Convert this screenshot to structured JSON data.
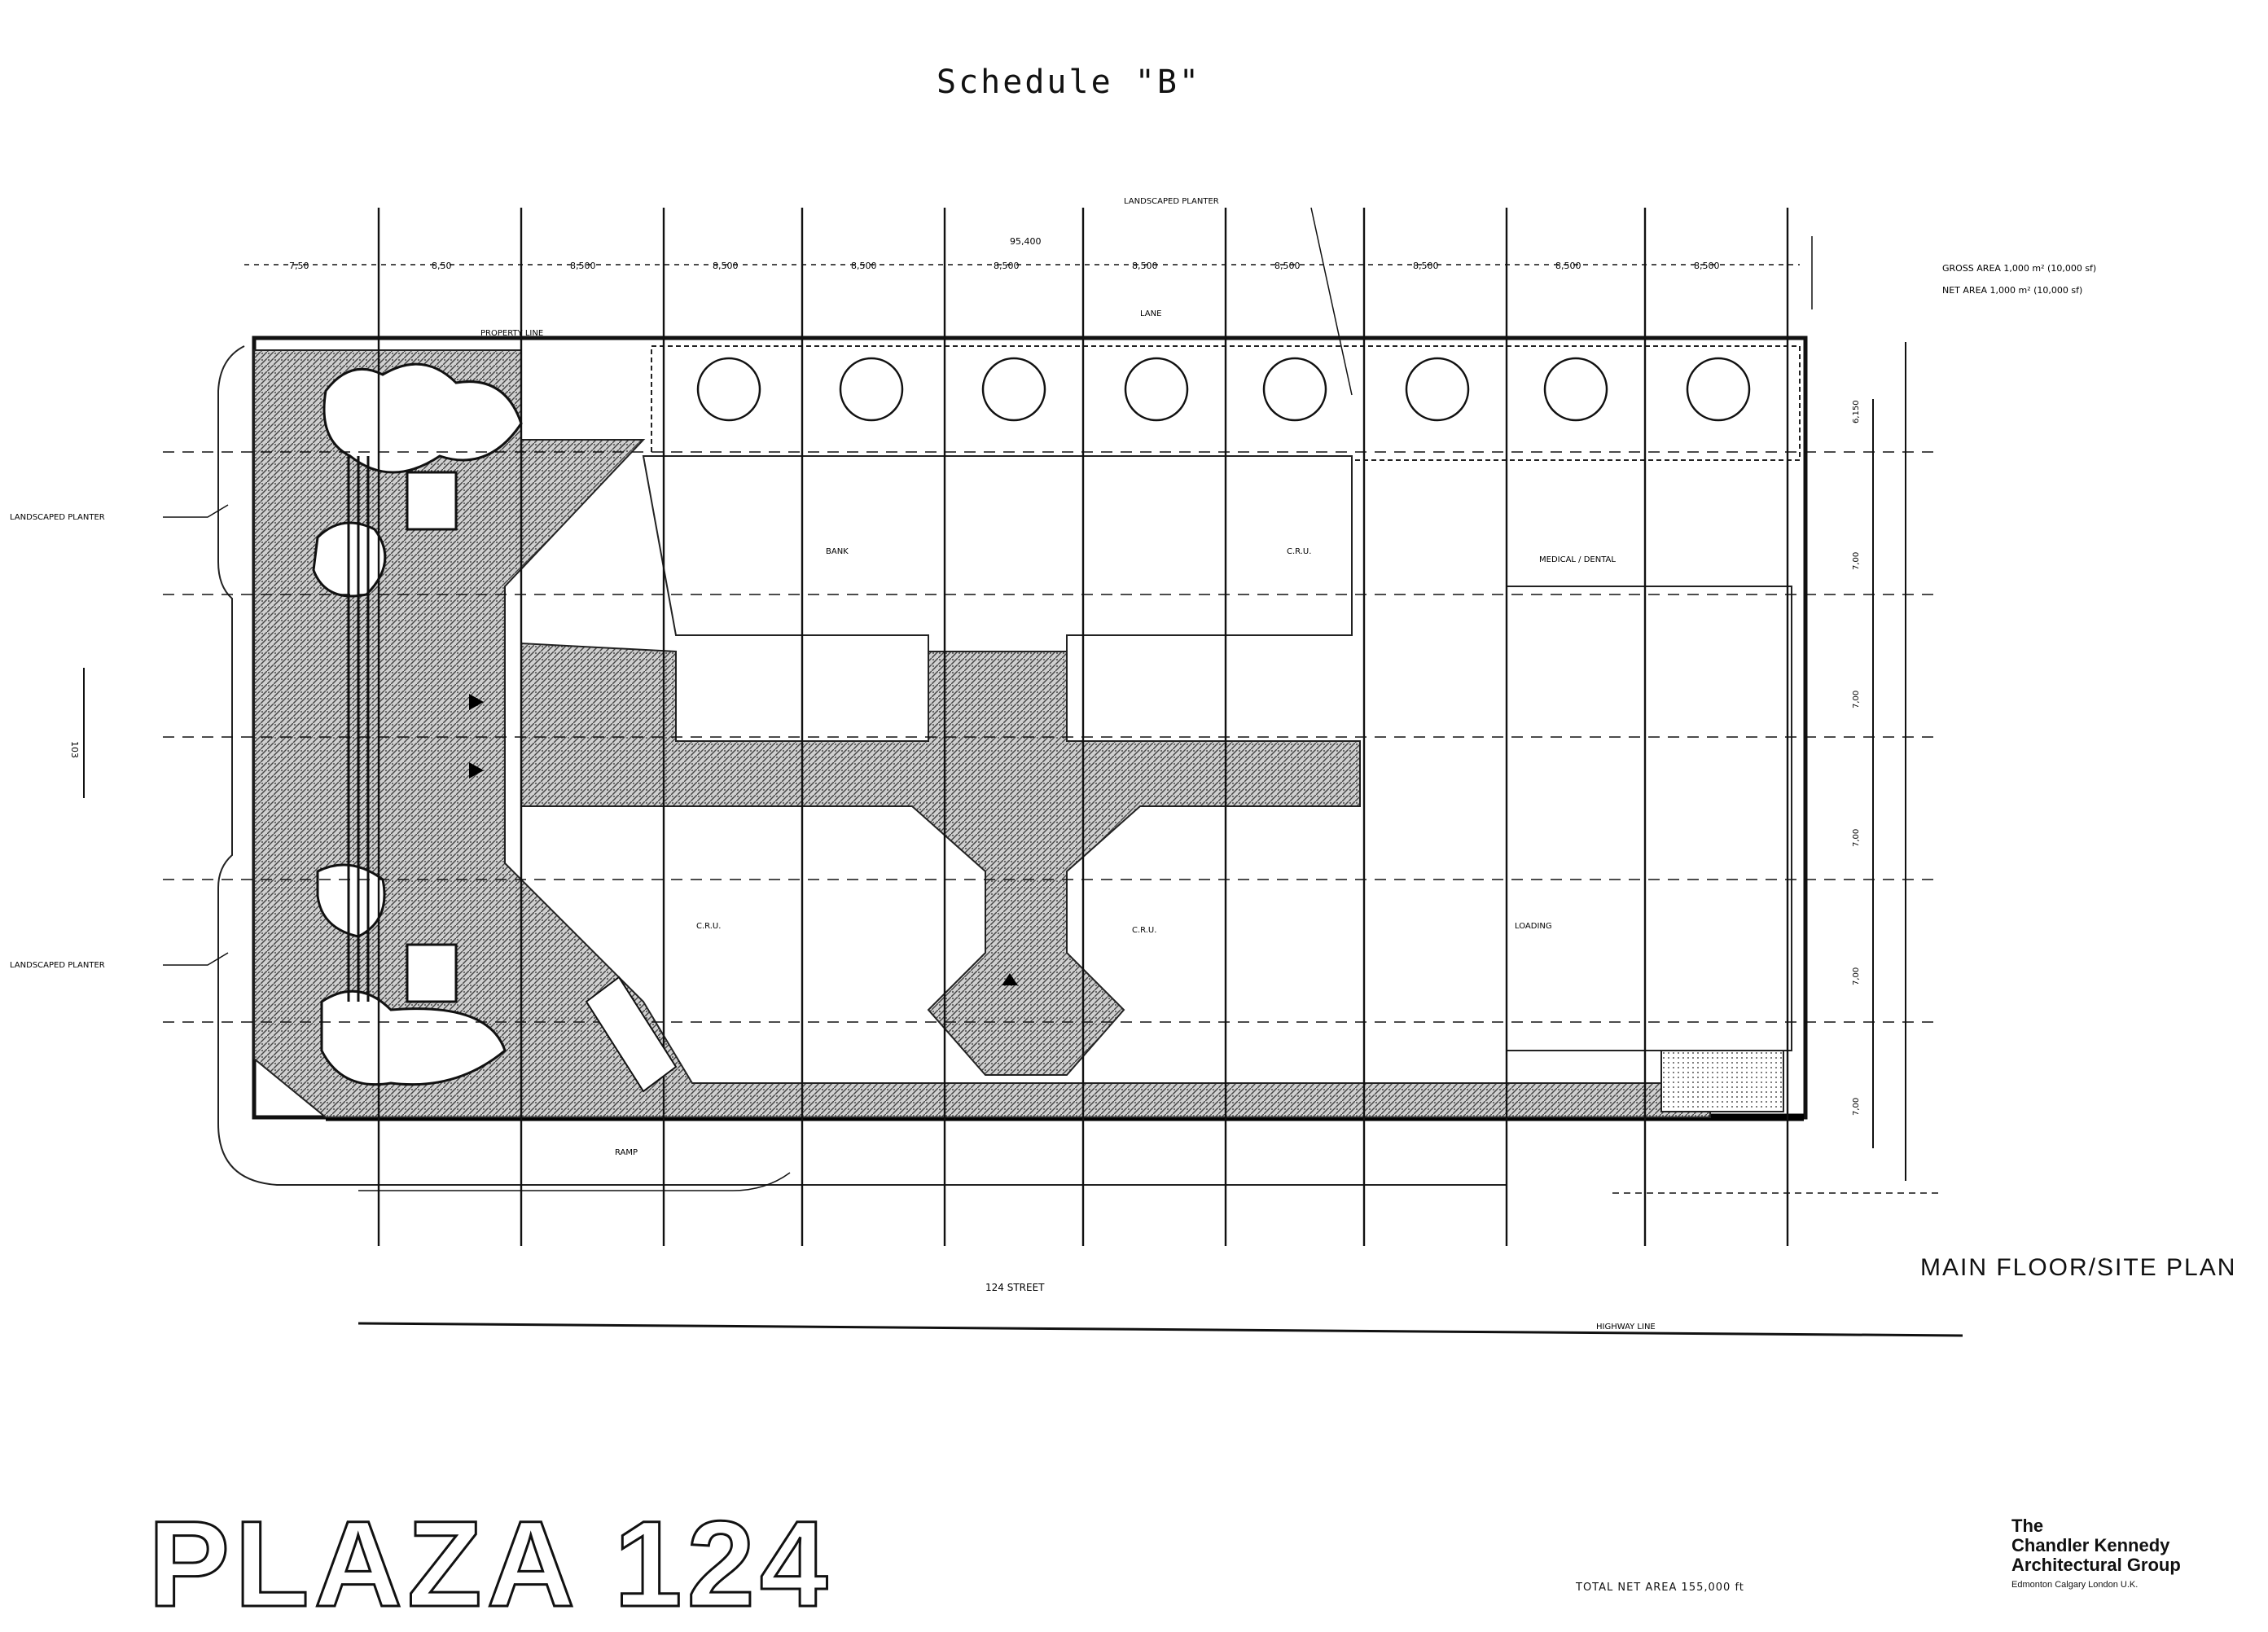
{
  "document": {
    "title": "Schedule \"B\"",
    "caption": "MAIN FLOOR/SITE PLAN",
    "project": "PLAZA 124",
    "total_net_area": "TOTAL NET AREA   155,000 ft"
  },
  "firm": {
    "line1": "The",
    "line2": "Chandler Kennedy",
    "line3": "Architectural Group",
    "line4": "Edmonton  Calgary  London U.K."
  },
  "plan": {
    "grid_dimensions": [
      "7,50",
      "8,50",
      "8,500",
      "8,500",
      "8,500",
      "8,500",
      "8,500",
      "8,500",
      "8,500",
      "8,500",
      "8,500"
    ],
    "overall_dimension": "95,400",
    "top_note": "LANDSCAPED PLANTER",
    "top_lane": "LANE",
    "left_note_1": "LANDSCAPED PLANTER",
    "left_note_2": "LANDSCAPED PLANTER",
    "property_line": "PROPERTY LINE",
    "area_notes": [
      "GROSS AREA   1,000 m² (10,000 sf)",
      "NET AREA     1,000 m² (10,000 sf)"
    ],
    "rooms": [
      "BANK",
      "C.R.U.",
      "MEDICAL / DENTAL",
      "C.R.U.",
      "C.R.U.",
      "LOADING"
    ],
    "street": "124 STREET",
    "street_2": "HIGHWAY LINE",
    "ramp": "RAMP",
    "right_dims": [
      "6,150",
      "7,00",
      "7,00",
      "7,00",
      "7,00",
      "7,00"
    ],
    "left_dim": "103"
  }
}
